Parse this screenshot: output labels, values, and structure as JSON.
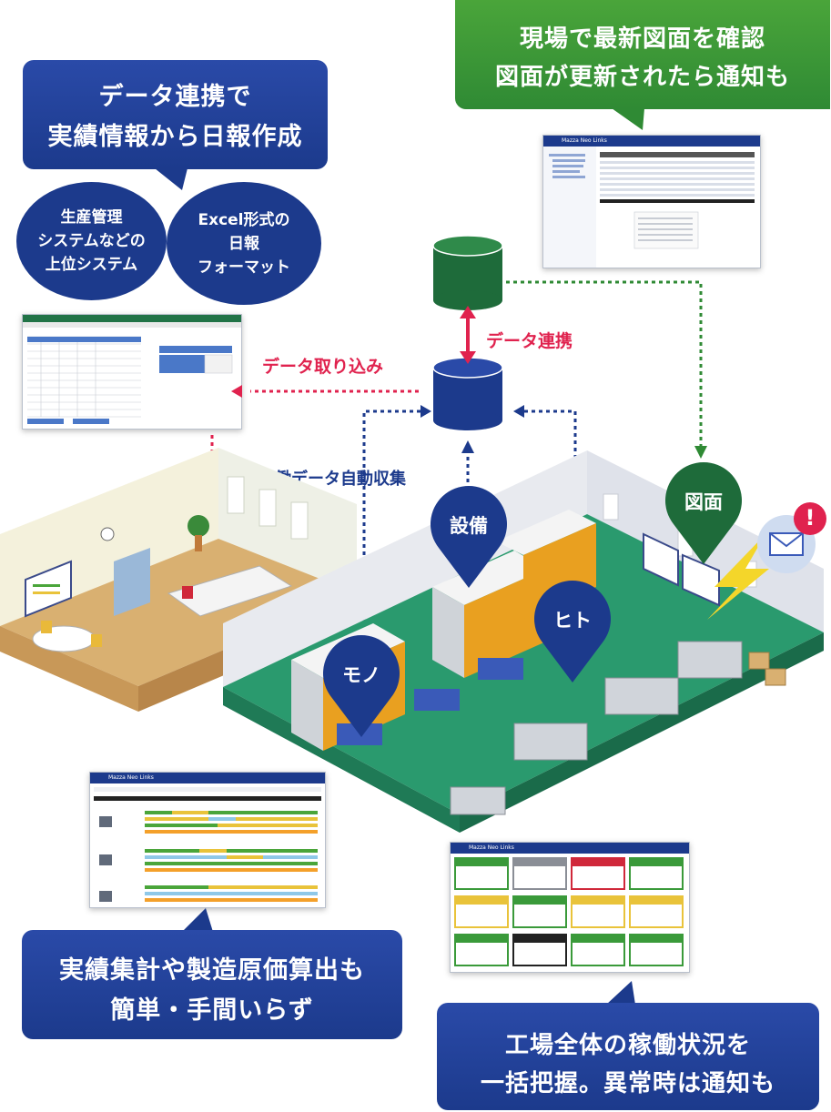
{
  "callouts": {
    "top_left": {
      "line1": "データ連携で",
      "line2": "実績情報から日報作成",
      "color": "#1c3a8c"
    },
    "top_right": {
      "line1": "現場で最新図面を確認",
      "line2": "図面が更新されたら通知も",
      "color": "#3a9a3a"
    },
    "bottom_left": {
      "line1": "実績集計や製造原価算出も",
      "line2": "簡単・手間いらず",
      "color": "#1c3a8c"
    },
    "bottom_right": {
      "line1": "工場全体の稼働状況を",
      "line2": "一括把握。異常時は通知も",
      "color": "#1c3a8c"
    }
  },
  "circles": {
    "left": {
      "line1": "生産管理",
      "line2": "システムなどの",
      "line3": "上位システム"
    },
    "right": {
      "line1": "Excel形式の",
      "line2": "日報",
      "line3": "フォーマット"
    }
  },
  "flow_labels": {
    "data_link": "データ連携",
    "data_import": "データ取り込み",
    "auto_collect": "稼働データ自動収集"
  },
  "pins": {
    "equipment": "設備",
    "person": "ヒト",
    "material": "モノ",
    "drawing": "図面"
  },
  "notification": {
    "mark": "!"
  },
  "screens": {
    "app_name": "Mazza Neo Links",
    "drawing_title": "図面管理",
    "report_title": "日報",
    "gantt_title": "稼働実績",
    "status_title": "稼働状況"
  },
  "colors": {
    "navy": "#1c3a8c",
    "green": "#3a9a3a",
    "dark_green": "#1e6b3a",
    "red": "#e0224e",
    "floor_green": "#2a9a6e"
  }
}
